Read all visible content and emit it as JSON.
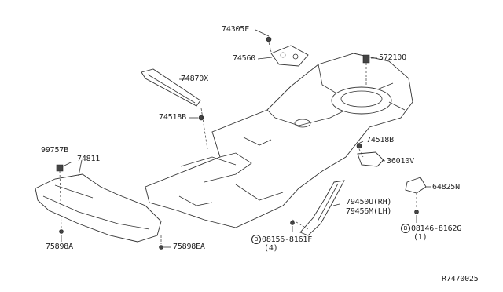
{
  "diagram": {
    "labels": {
      "p74305F": "74305F",
      "p74560": "74560",
      "p57210Q": "57210Q",
      "p74870X": "74870X",
      "p74518B_a": "74518B",
      "p74518B_b": "74518B",
      "p36010V": "36010V",
      "p99757B": "99757B",
      "p74811": "74811",
      "p64825N": "64825N",
      "p79450U": "79450U(RH)",
      "p79456M": "79456M(LH)",
      "p08156": "08156-8161F",
      "p08156_qty": "(4)",
      "p08146": "08146-8162G",
      "p08146_qty": "(1)",
      "p75898A": "75898A",
      "p75898EA": "75898EA",
      "bolt_symbol": "B",
      "ref_code": "R7470025"
    },
    "icons": [
      "bolt-b-symbol",
      "clip-fastener",
      "nut-fastener",
      "bolt-fastener"
    ]
  }
}
